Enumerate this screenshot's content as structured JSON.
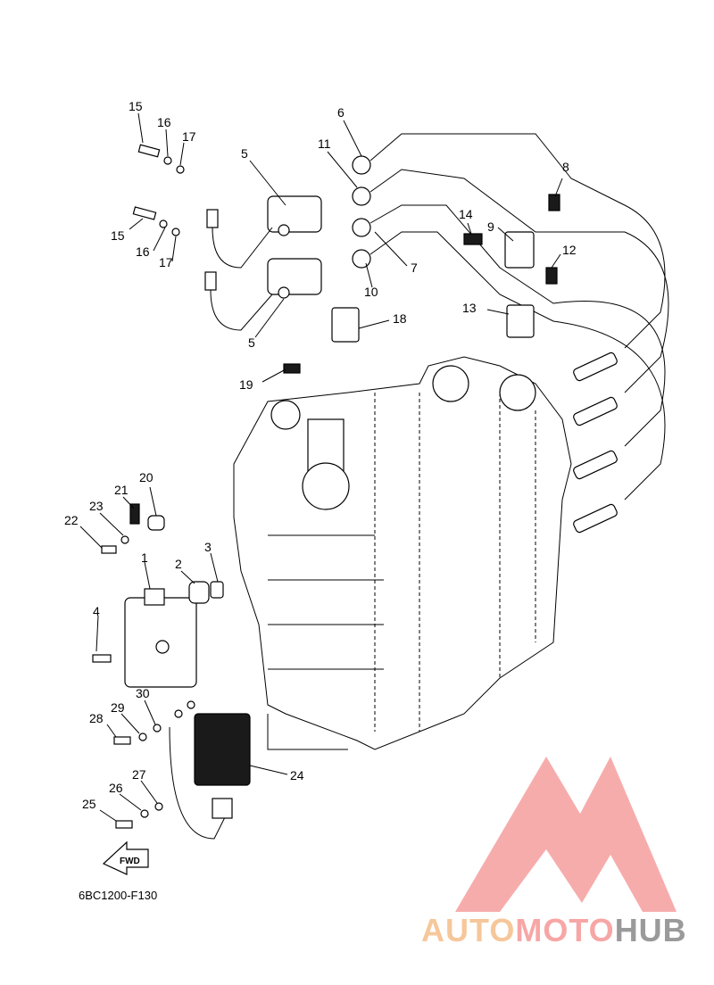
{
  "diagram_code": "6BC1200-F130",
  "fwd_label": "FWD",
  "watermark": {
    "part1": "AUTO",
    "part2": "MOTO",
    "part3": "HUB"
  },
  "callouts": [
    {
      "id": "c15a",
      "text": "15"
    },
    {
      "id": "c16a",
      "text": "16"
    },
    {
      "id": "c17a",
      "text": "17"
    },
    {
      "id": "c6",
      "text": "6"
    },
    {
      "id": "c5a",
      "text": "5"
    },
    {
      "id": "c11",
      "text": "11"
    },
    {
      "id": "c8",
      "text": "8"
    },
    {
      "id": "c14",
      "text": "14"
    },
    {
      "id": "c9",
      "text": "9"
    },
    {
      "id": "c12",
      "text": "12"
    },
    {
      "id": "c15b",
      "text": "15"
    },
    {
      "id": "c16b",
      "text": "16"
    },
    {
      "id": "c17b",
      "text": "17"
    },
    {
      "id": "c7",
      "text": "7"
    },
    {
      "id": "c10",
      "text": "10"
    },
    {
      "id": "c13",
      "text": "13"
    },
    {
      "id": "c18",
      "text": "18"
    },
    {
      "id": "c5b",
      "text": "5"
    },
    {
      "id": "c19",
      "text": "19"
    },
    {
      "id": "c20",
      "text": "20"
    },
    {
      "id": "c21",
      "text": "21"
    },
    {
      "id": "c23",
      "text": "23"
    },
    {
      "id": "c22",
      "text": "22"
    },
    {
      "id": "c3",
      "text": "3"
    },
    {
      "id": "c1",
      "text": "1"
    },
    {
      "id": "c2",
      "text": "2"
    },
    {
      "id": "c4",
      "text": "4"
    },
    {
      "id": "c30",
      "text": "30"
    },
    {
      "id": "c29",
      "text": "29"
    },
    {
      "id": "c28",
      "text": "28"
    },
    {
      "id": "c24",
      "text": "24"
    },
    {
      "id": "c27",
      "text": "27"
    },
    {
      "id": "c26",
      "text": "26"
    },
    {
      "id": "c25",
      "text": "25"
    }
  ]
}
